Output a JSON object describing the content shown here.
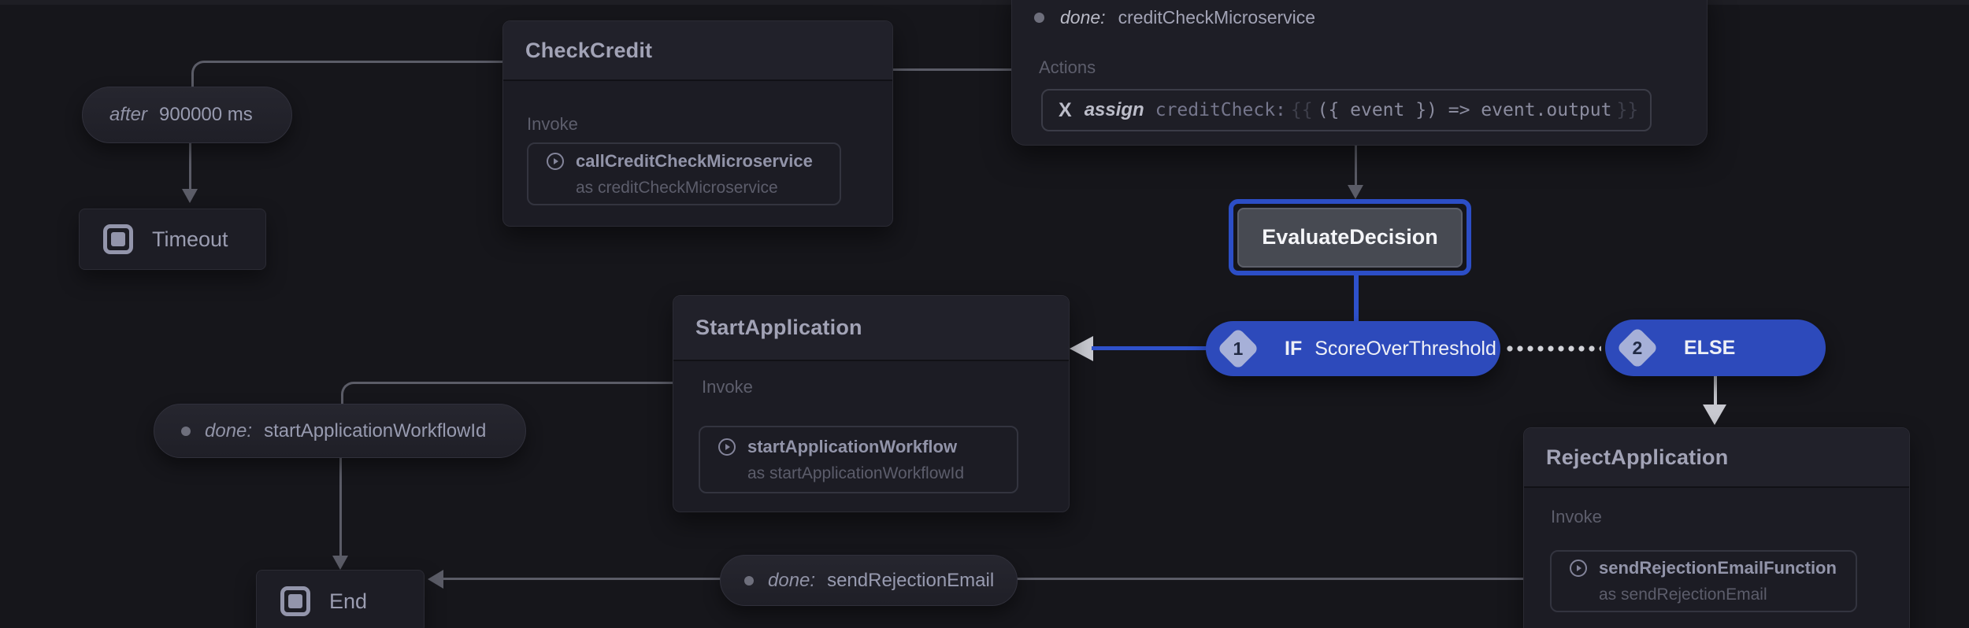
{
  "workflow": {
    "nodes": {
      "check_credit": {
        "title": "CheckCredit",
        "section_label": "Invoke",
        "invoke_name": "callCreditCheckMicroservice",
        "invoke_as": "as creditCheckMicroservice"
      },
      "start_application": {
        "title": "StartApplication",
        "section_label": "Invoke",
        "invoke_name": "startApplicationWorkflow",
        "invoke_as": "as startApplicationWorkflowId"
      },
      "reject_application": {
        "title": "RejectApplication",
        "section_label": "Invoke",
        "invoke_name": "sendRejectionEmailFunction",
        "invoke_as": "as sendRejectionEmail"
      },
      "evaluate_decision": {
        "title": "EvaluateDecision"
      },
      "timeout": {
        "label": "Timeout",
        "icon": "stop-square-icon"
      },
      "end": {
        "label": "End",
        "icon": "stop-square-icon"
      }
    },
    "pills": {
      "after_timer": {
        "keyword": "after",
        "value": "900000 ms"
      },
      "done_start": {
        "keyword": "done:",
        "value": "startApplicationWorkflowId"
      },
      "done_reject": {
        "keyword": "done:",
        "value": "sendRejectionEmail"
      }
    },
    "event_box": {
      "done_keyword": "done:",
      "done_value": "creditCheckMicroservice",
      "actions_label": "Actions",
      "action": {
        "icon_glyph": "X",
        "keyword": "assign",
        "target": "creditCheck:",
        "expr_open": "{{",
        "expr_body": "({ event }) => event.output",
        "expr_close": "}}"
      }
    },
    "branches": {
      "if": {
        "badge": "1",
        "keyword": "IF",
        "label": "ScoreOverThreshold"
      },
      "else": {
        "badge": "2",
        "keyword": "ELSE",
        "label": ""
      }
    },
    "colors": {
      "canvas_bg": "#16161b",
      "node_bg": "#1c1c24",
      "branch_blue": "#2d4abb",
      "selection_blue": "#2c4ec6",
      "connector_gray": "#5b5c67",
      "connector_light": "#c8c9d0"
    }
  }
}
